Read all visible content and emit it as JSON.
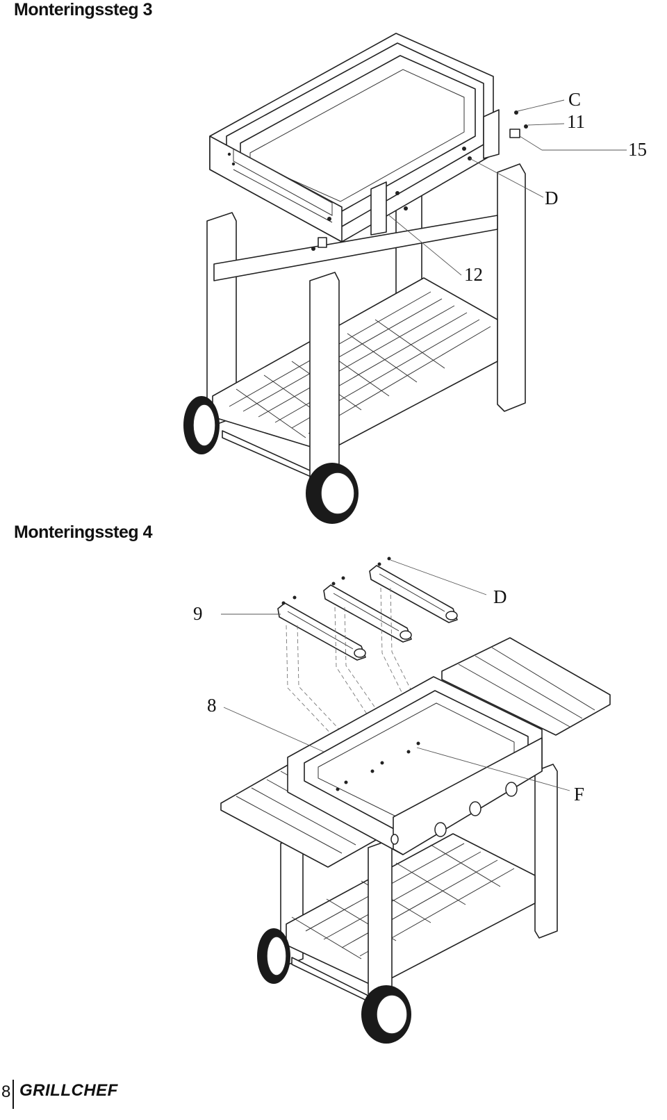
{
  "steps": [
    {
      "title": "Monteringssteg 3",
      "callouts": [
        "C",
        "11",
        "15",
        "D",
        "12"
      ]
    },
    {
      "title": "Monteringssteg 4",
      "callouts": [
        "D",
        "9",
        "8",
        "F"
      ]
    }
  ],
  "footer": {
    "page_number": "8",
    "brand": "GRILLCHEF"
  }
}
